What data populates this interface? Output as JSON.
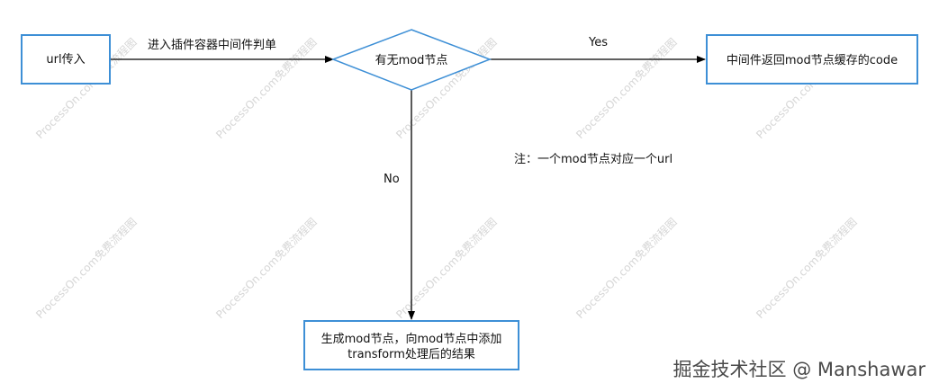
{
  "colors": {
    "node_border": "#3d8fd6",
    "edge": "#000000",
    "text": "#111111",
    "watermark": "#d6d6d6",
    "footer": "#4a4a4a"
  },
  "nodes": {
    "url_input": "url传入",
    "decision": "有无mod节点",
    "cache_return": "中间件返回mod节点缓存的code",
    "generate_line1": "生成mod节点，向mod节点中添加",
    "generate_line2": "transform处理后的结果"
  },
  "edges": {
    "enter_container": "进入插件容器中间件判单",
    "yes": "Yes",
    "no": "No"
  },
  "note": "注：一个mod节点对应一个url",
  "watermark": "ProcessOn.com免费流程图",
  "footer": "掘金技术社区 @ Manshawar"
}
